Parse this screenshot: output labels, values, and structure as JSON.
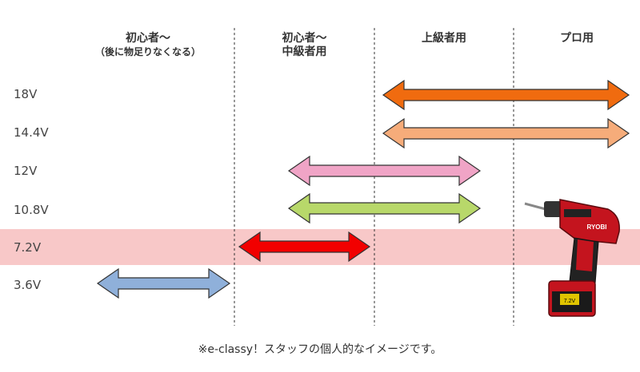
{
  "header": {
    "col1_line1": "初心者〜",
    "col1_line2": "（後に物足りなくなる）",
    "col2_line1": "初心者〜",
    "col2_line2": "中級者用",
    "col3": "上級者用",
    "col4": "プロ用"
  },
  "rows": [
    {
      "label": "18V",
      "from": 3,
      "to": 5,
      "color": "#f06b0f"
    },
    {
      "label": "14.4V",
      "from": 3,
      "to": 5,
      "color": "#f6ac7a"
    },
    {
      "label": "12V",
      "from": 2,
      "to": 3.75,
      "color": "#f0a4c6"
    },
    {
      "label": "10.8V",
      "from": 2,
      "to": 3.75,
      "color": "#b8d86a"
    },
    {
      "label": "7.2V",
      "from": 1,
      "to": 2,
      "color": "#f20000",
      "highlight": "#f8c8c8"
    },
    {
      "label": "3.6V",
      "from": 0,
      "to": 1,
      "color": "#8fb0da"
    }
  ],
  "footnote": "※e-classy！スタッフの個人的なイメージです。",
  "drill": {
    "brand": "RYOBI",
    "battery_label": "7.2V"
  }
}
